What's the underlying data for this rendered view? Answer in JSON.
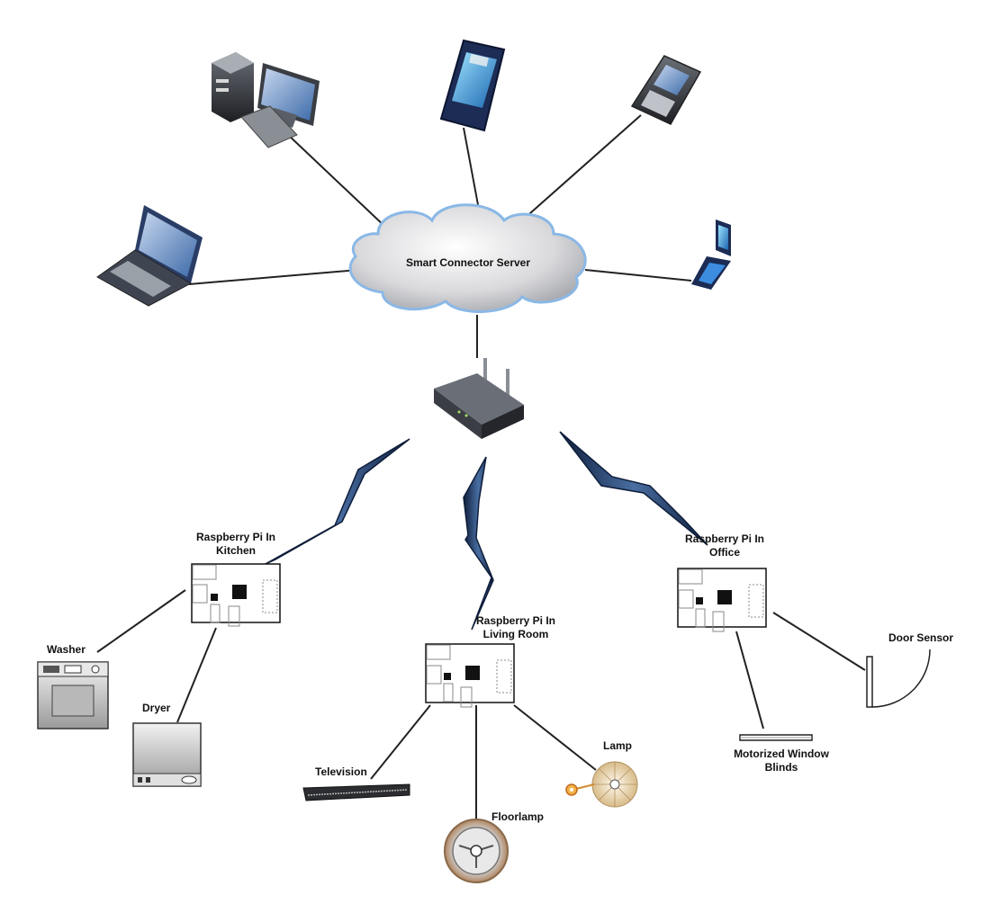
{
  "cloud": {
    "label": "Smart Connector Server"
  },
  "clients": [
    {
      "name": "desktop-computer",
      "icon": "desktop-computer-icon"
    },
    {
      "name": "smartphone",
      "icon": "smartphone-icon"
    },
    {
      "name": "blackberry-phone",
      "icon": "blackberry-phone-icon"
    },
    {
      "name": "laptop",
      "icon": "laptop-icon"
    },
    {
      "name": "flip-phone",
      "icon": "flip-phone-icon"
    }
  ],
  "router": {
    "icon": "wireless-router-icon"
  },
  "hubs": {
    "kitchen": {
      "label_line1": "Raspberry Pi In",
      "label_line2": "Kitchen"
    },
    "living_room": {
      "label_line1": "Raspberry Pi In",
      "label_line2": "Living Room"
    },
    "office": {
      "label_line1": "Raspberry Pi In",
      "label_line2": "Office"
    }
  },
  "devices": {
    "washer": {
      "label": "Washer"
    },
    "dryer": {
      "label": "Dryer"
    },
    "television": {
      "label": "Television"
    },
    "floorlamp": {
      "label": "Floorlamp"
    },
    "lamp": {
      "label": "Lamp"
    },
    "door_sensor": {
      "label": "Door Sensor"
    },
    "window_blinds": {
      "label_line1": "Motorized Window",
      "label_line2": "Blinds"
    }
  },
  "colors": {
    "link": "#222222",
    "cloud_stroke": "#8ab8e6",
    "bolt": "#1a2f52",
    "pi_board": "#ffffff"
  }
}
